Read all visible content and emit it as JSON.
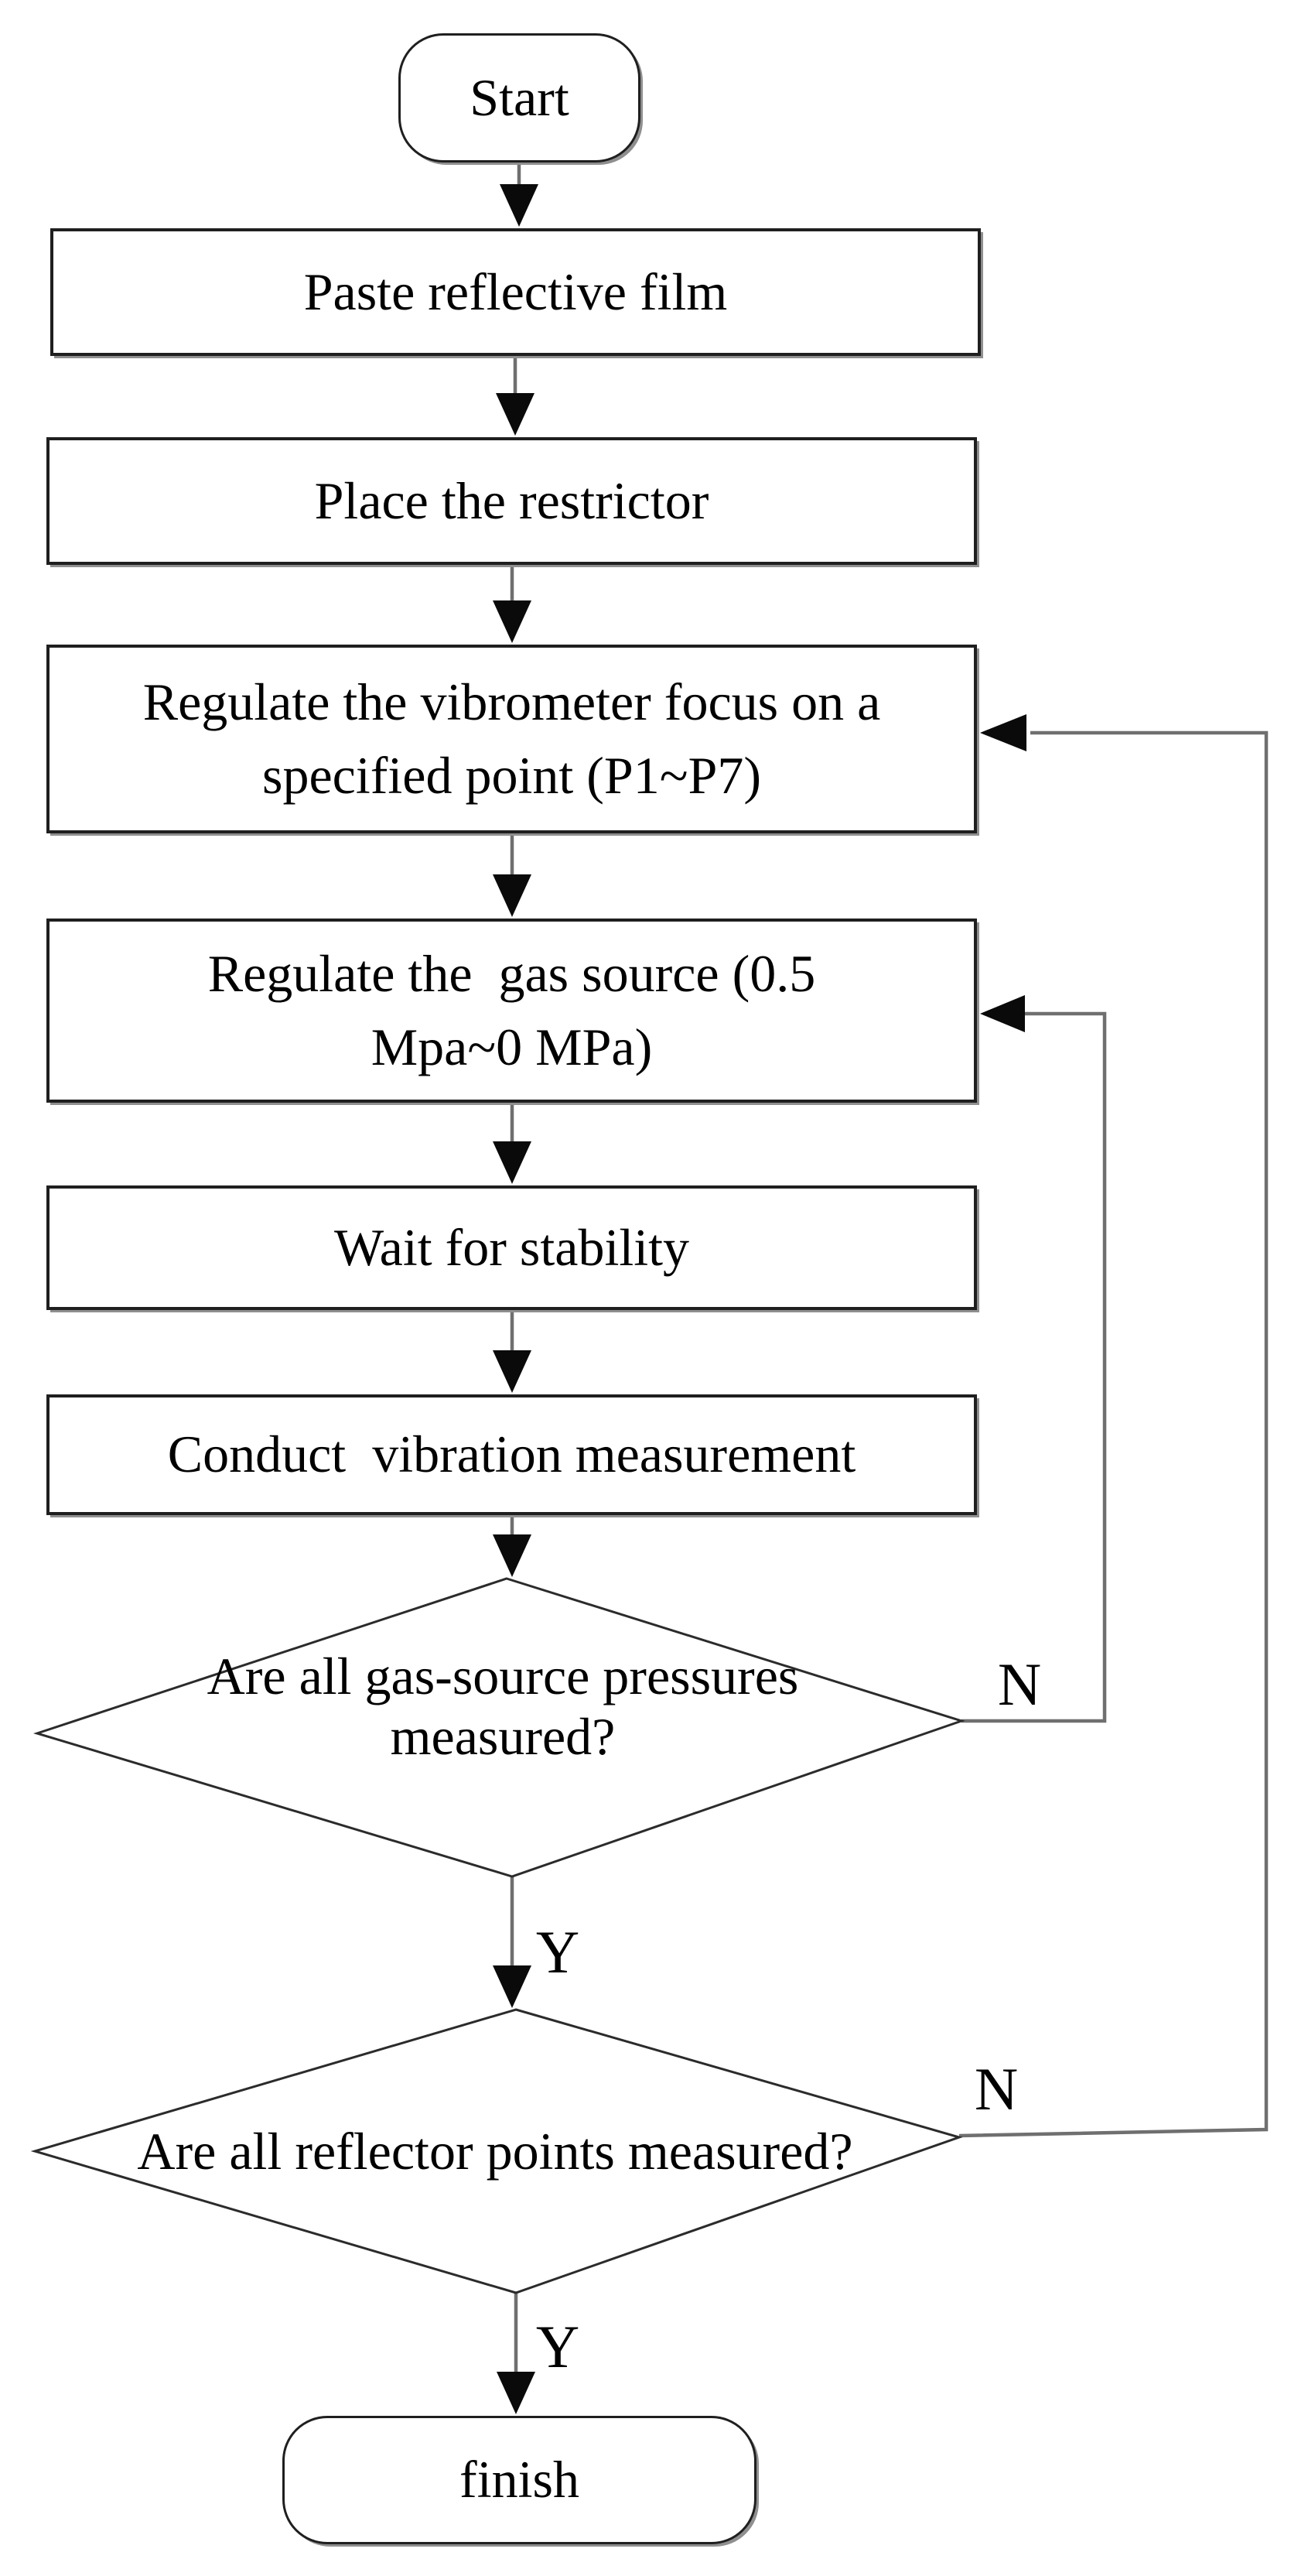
{
  "colors": {
    "background": "#ffffff",
    "box_border": "#1f1f1f",
    "diamond_border": "#2b2b2b",
    "connector": "#6f6f6f",
    "arrowhead": "#0a0a0a",
    "shadow": "#8f8f8f",
    "text": "#000000"
  },
  "nodes": {
    "start": {
      "type": "terminator",
      "lines": [
        "Start"
      ]
    },
    "paste": {
      "type": "process",
      "lines": [
        "Paste reflective film"
      ]
    },
    "place": {
      "type": "process",
      "lines": [
        "Place the restrictor"
      ]
    },
    "vibrometer": {
      "type": "process",
      "lines": [
        "Regulate the vibrometer focus on a",
        "specified point (P1~P7)"
      ]
    },
    "gas": {
      "type": "process",
      "lines": [
        "Regulate the  gas source (0.5",
        "Mpa~0 MPa)"
      ]
    },
    "wait": {
      "type": "process",
      "lines": [
        "Wait for stability"
      ]
    },
    "conduct": {
      "type": "process",
      "lines": [
        "Conduct  vibration measurement"
      ]
    },
    "decision_gas": {
      "type": "decision",
      "lines": [
        "Are all gas-source pressures",
        "measured?"
      ],
      "yes_label": "Y",
      "no_label": "N"
    },
    "decision_reflector": {
      "type": "decision",
      "lines": [
        "Are all reflector points measured?"
      ],
      "yes_label": "Y",
      "no_label": "N"
    },
    "finish": {
      "type": "terminator",
      "lines": [
        "finish"
      ]
    }
  }
}
